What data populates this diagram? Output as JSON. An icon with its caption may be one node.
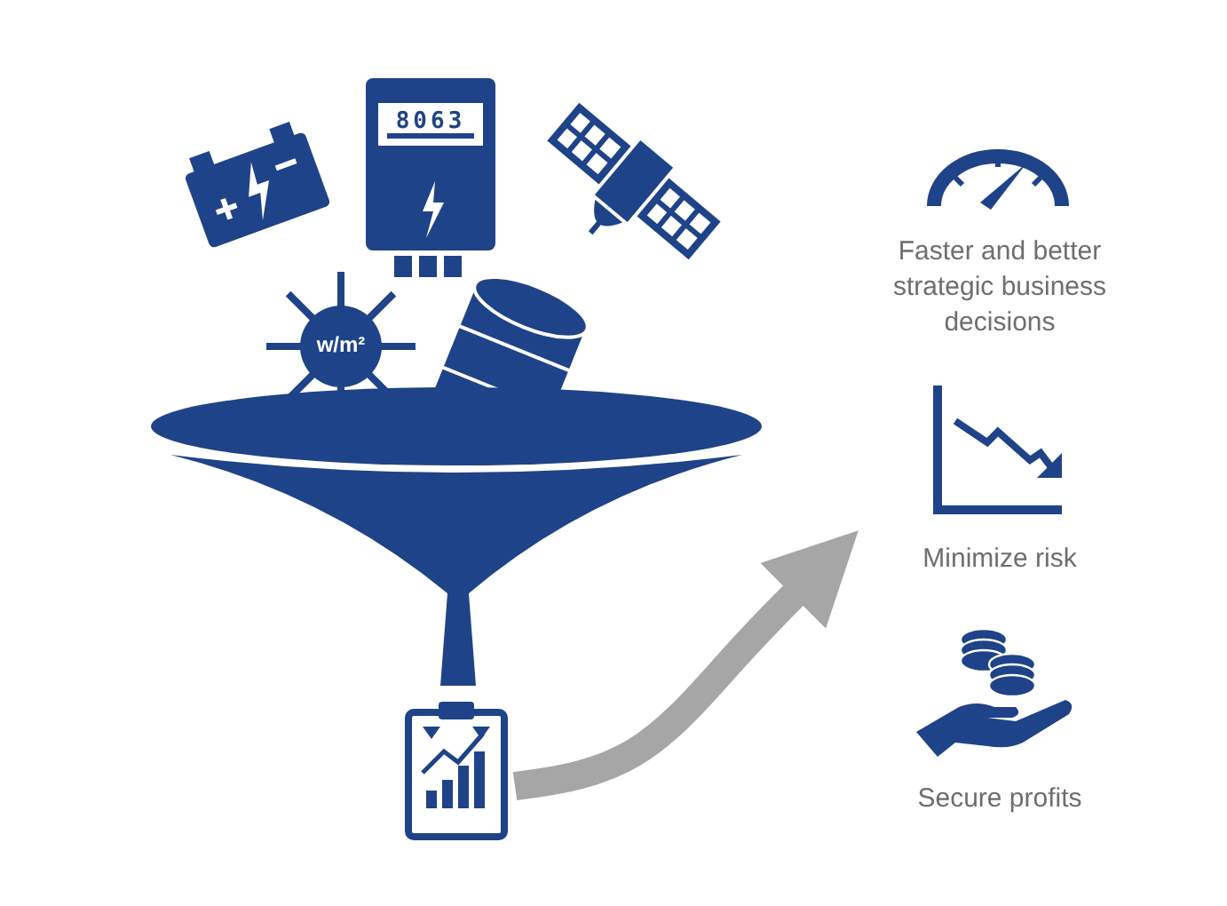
{
  "diagram": {
    "nodes": [
      {
        "text": [],
        "shape": "picture"
      },
      {
        "text": [
          "8063"
        ]
      },
      {
        "text": [],
        "shape": "picture"
      },
      {
        "text": [
          "w/m²"
        ]
      },
      {
        "text": [],
        "shape": "cylinder"
      },
      {
        "text": [],
        "shape": "picture"
      },
      {
        "text": [],
        "shape": "picture"
      },
      {
        "text": [
          "Faster and better strategic business decisions"
        ]
      },
      {
        "text": [
          "Minimize risk"
        ]
      },
      {
        "text": [
          "Secure profits"
        ]
      }
    ],
    "edges": [
      {
        "from": 6,
        "to": 8,
        "arrow": "to",
        "color": "#a6a6a6"
      }
    ]
  }
}
